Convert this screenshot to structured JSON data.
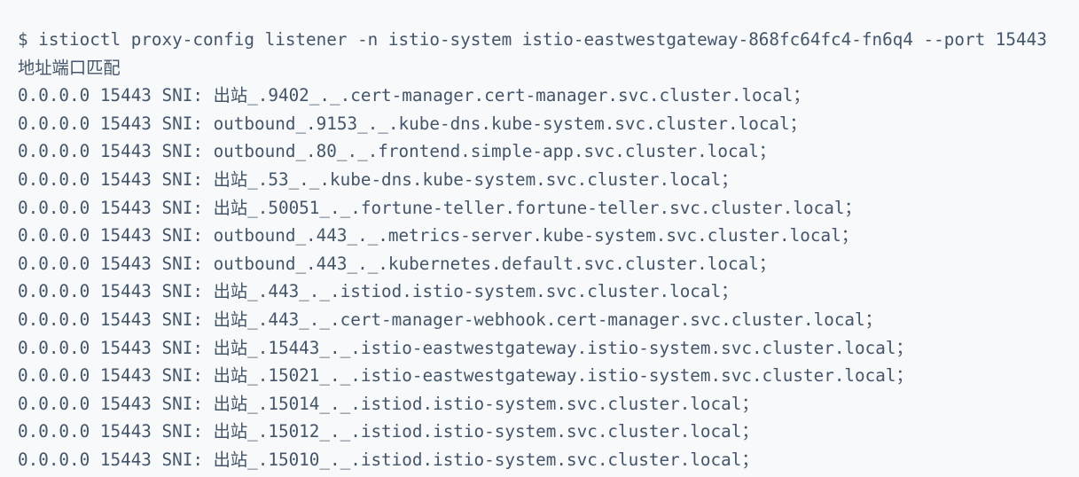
{
  "colors": {
    "background": "#f8f9fa",
    "text": "#445569"
  },
  "terminal": {
    "prompt": "$",
    "command": "istioctl proxy-config listener -n istio-system istio-eastwestgateway-868fc64fc4-fn6q4 --port 15443",
    "header": "地址端口匹配",
    "sni_label": "SNI:",
    "terminator": "；",
    "listeners": [
      {
        "address": "0.0.0.0",
        "port": "15443",
        "sni": "出站_.9402_._.cert-manager.cert-manager.svc.cluster.local"
      },
      {
        "address": "0.0.0.0",
        "port": "15443",
        "sni": "outbound_.9153_._.kube-dns.kube-system.svc.cluster.local"
      },
      {
        "address": "0.0.0.0",
        "port": "15443",
        "sni": "outbound_.80_._.frontend.simple-app.svc.cluster.local"
      },
      {
        "address": "0.0.0.0",
        "port": "15443",
        "sni": "出站_.53_._.kube-dns.kube-system.svc.cluster.local"
      },
      {
        "address": "0.0.0.0",
        "port": "15443",
        "sni": "出站_.50051_._.fortune-teller.fortune-teller.svc.cluster.local"
      },
      {
        "address": "0.0.0.0",
        "port": "15443",
        "sni": "outbound_.443_._.metrics-server.kube-system.svc.cluster.local"
      },
      {
        "address": "0.0.0.0",
        "port": "15443",
        "sni": "outbound_.443_._.kubernetes.default.svc.cluster.local"
      },
      {
        "address": "0.0.0.0",
        "port": "15443",
        "sni": "出站_.443_._.istiod.istio-system.svc.cluster.local"
      },
      {
        "address": "0.0.0.0",
        "port": "15443",
        "sni": "出站_.443_._.cert-manager-webhook.cert-manager.svc.cluster.local"
      },
      {
        "address": "0.0.0.0",
        "port": "15443",
        "sni": "出站_.15443_._.istio-eastwestgateway.istio-system.svc.cluster.local"
      },
      {
        "address": "0.0.0.0",
        "port": "15443",
        "sni": "出站_.15021_._.istio-eastwestgateway.istio-system.svc.cluster.local"
      },
      {
        "address": "0.0.0.0",
        "port": "15443",
        "sni": "出站_.15014_._.istiod.istio-system.svc.cluster.local"
      },
      {
        "address": "0.0.0.0",
        "port": "15443",
        "sni": "出站_.15012_._.istiod.istio-system.svc.cluster.local"
      },
      {
        "address": "0.0.0.0",
        "port": "15443",
        "sni": "出站_.15010_._.istiod.istio-system.svc.cluster.local"
      }
    ]
  }
}
